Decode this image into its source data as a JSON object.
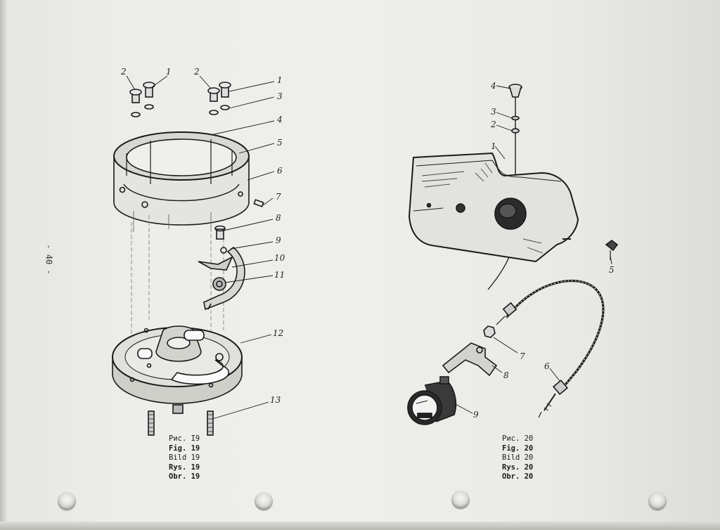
{
  "page_number": "- 40 -",
  "figure_left": {
    "caption": [
      "Рис. I9",
      "Fig. 19",
      "Bild 19",
      "Rys. 19",
      "Obr. 19"
    ],
    "callouts": [
      "2",
      "1",
      "2",
      "1",
      "3",
      "4",
      "5",
      "6",
      "7",
      "8",
      "9",
      "10",
      "11",
      "12",
      "13"
    ]
  },
  "figure_right": {
    "caption": [
      "Рис. 20",
      "Fig. 20",
      "Bild 20",
      "Rys. 20",
      "Obr. 20"
    ],
    "callouts": [
      "4",
      "3",
      "2",
      "1",
      "5",
      "7",
      "8",
      "6",
      "9"
    ]
  },
  "binder_holes": 4
}
